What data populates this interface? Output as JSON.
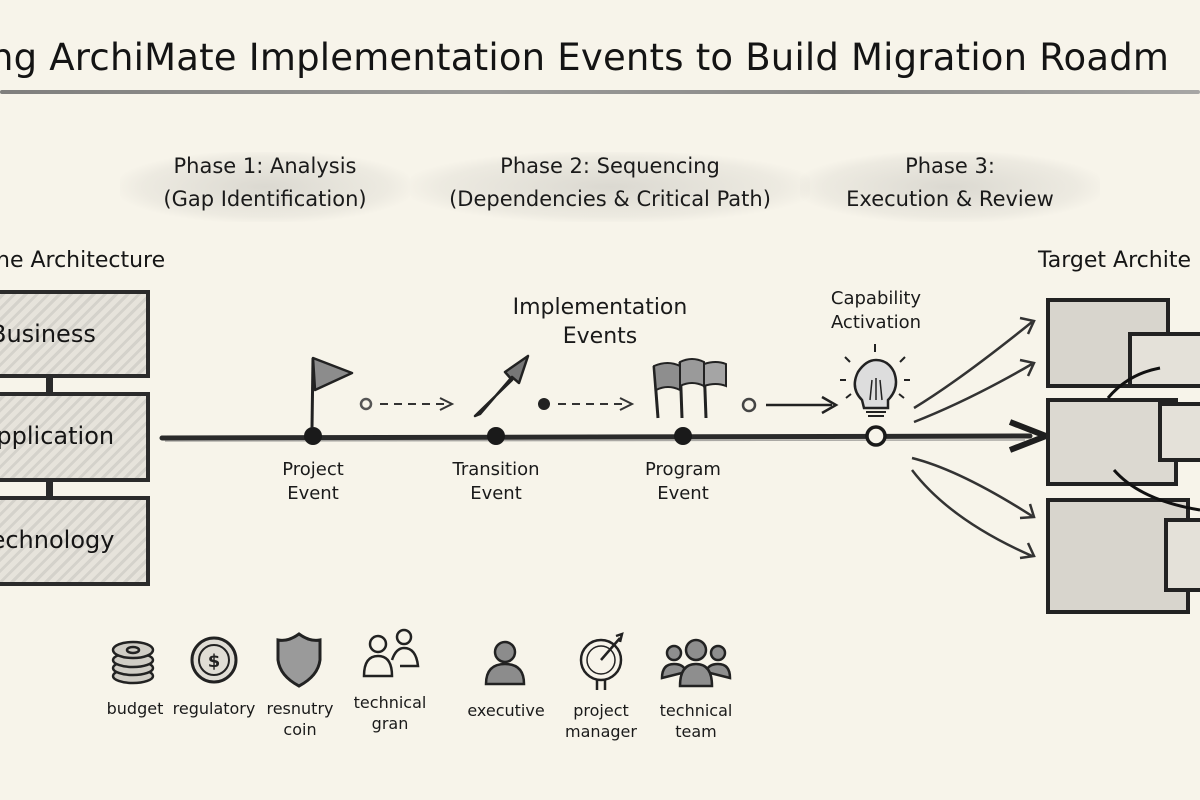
{
  "title": "ng ArchiMate Implementation Events to Build Migration Roadm",
  "phases": [
    {
      "line1": "Phase 1: Analysis",
      "line2": "(Gap Identification)"
    },
    {
      "line1": "Phase 2: Sequencing",
      "line2": "(Dependencies & Critical Path)"
    },
    {
      "line1": "Phase 3:",
      "line2": "Execution & Review"
    }
  ],
  "baseline": {
    "heading": "ne Architecture",
    "layers": [
      "Business",
      "Application",
      "Technology"
    ]
  },
  "target": {
    "heading": "Target Archite"
  },
  "implementation_events_heading": {
    "line1": "Implementation",
    "line2": "Events"
  },
  "capability": {
    "line1": "Capability",
    "line2": "Activation",
    "icon": "lightbulb-icon"
  },
  "events": [
    {
      "line1": "Project",
      "line2": "Event",
      "icon": "flag-icon"
    },
    {
      "line1": "Transition",
      "line2": "Event",
      "icon": "arrow-up-right-icon"
    },
    {
      "line1": "Program",
      "line2": "Event",
      "icon": "flags-icon"
    }
  ],
  "constraints": [
    {
      "line1": "budget",
      "line2": "",
      "icon": "coin-stack-icon"
    },
    {
      "line1": "regulatory",
      "line2": "",
      "icon": "dollar-coin-icon"
    },
    {
      "line1": "resnutry",
      "line2": "coin",
      "icon": "shield-icon"
    },
    {
      "line1": "technical",
      "line2": "gran",
      "icon": "people-pair-icon"
    }
  ],
  "stakeholders": [
    {
      "line1": "executive",
      "line2": "",
      "icon": "person-icon"
    },
    {
      "line1": "project",
      "line2": "manager",
      "icon": "target-icon"
    },
    {
      "line1": "technical",
      "line2": "team",
      "icon": "team-icon"
    }
  ]
}
